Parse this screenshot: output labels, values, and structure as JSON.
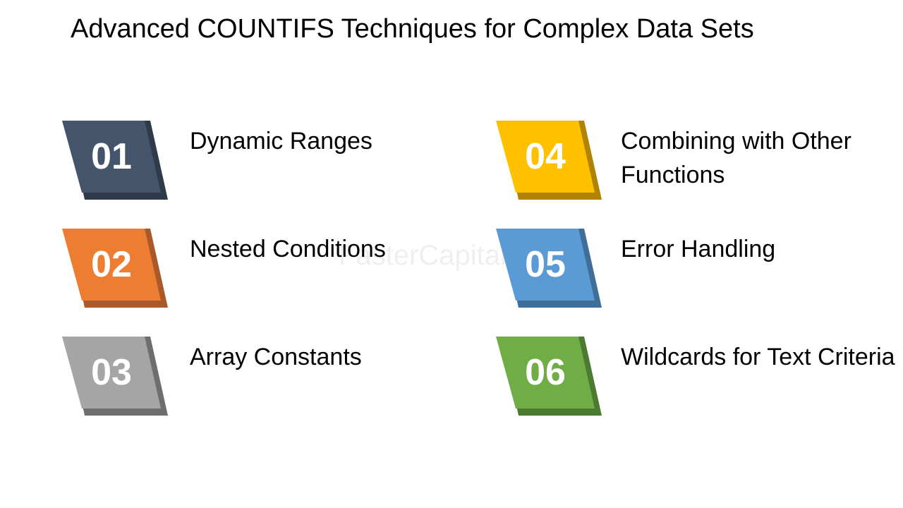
{
  "title": "Advanced COUNTIFS Techniques for Complex Data Sets",
  "watermark": "FasterCapital",
  "items": [
    {
      "number": "01",
      "label": "Dynamic Ranges",
      "color": "#44546a",
      "shade": "#2f3b4b"
    },
    {
      "number": "02",
      "label": "Nested Conditions",
      "color": "#ed7d31",
      "shade": "#a9592a"
    },
    {
      "number": "03",
      "label": "Array Constants",
      "color": "#a5a5a5",
      "shade": "#6e6e6e"
    },
    {
      "number": "04",
      "label": "Combining with Other Functions",
      "color": "#ffc000",
      "shade": "#b08400"
    },
    {
      "number": "05",
      "label": "Error Handling",
      "color": "#5b9bd5",
      "shade": "#3f6f99"
    },
    {
      "number": "06",
      "label": "Wildcards for Text Criteria",
      "color": "#70ad47",
      "shade": "#4c7a30"
    }
  ]
}
